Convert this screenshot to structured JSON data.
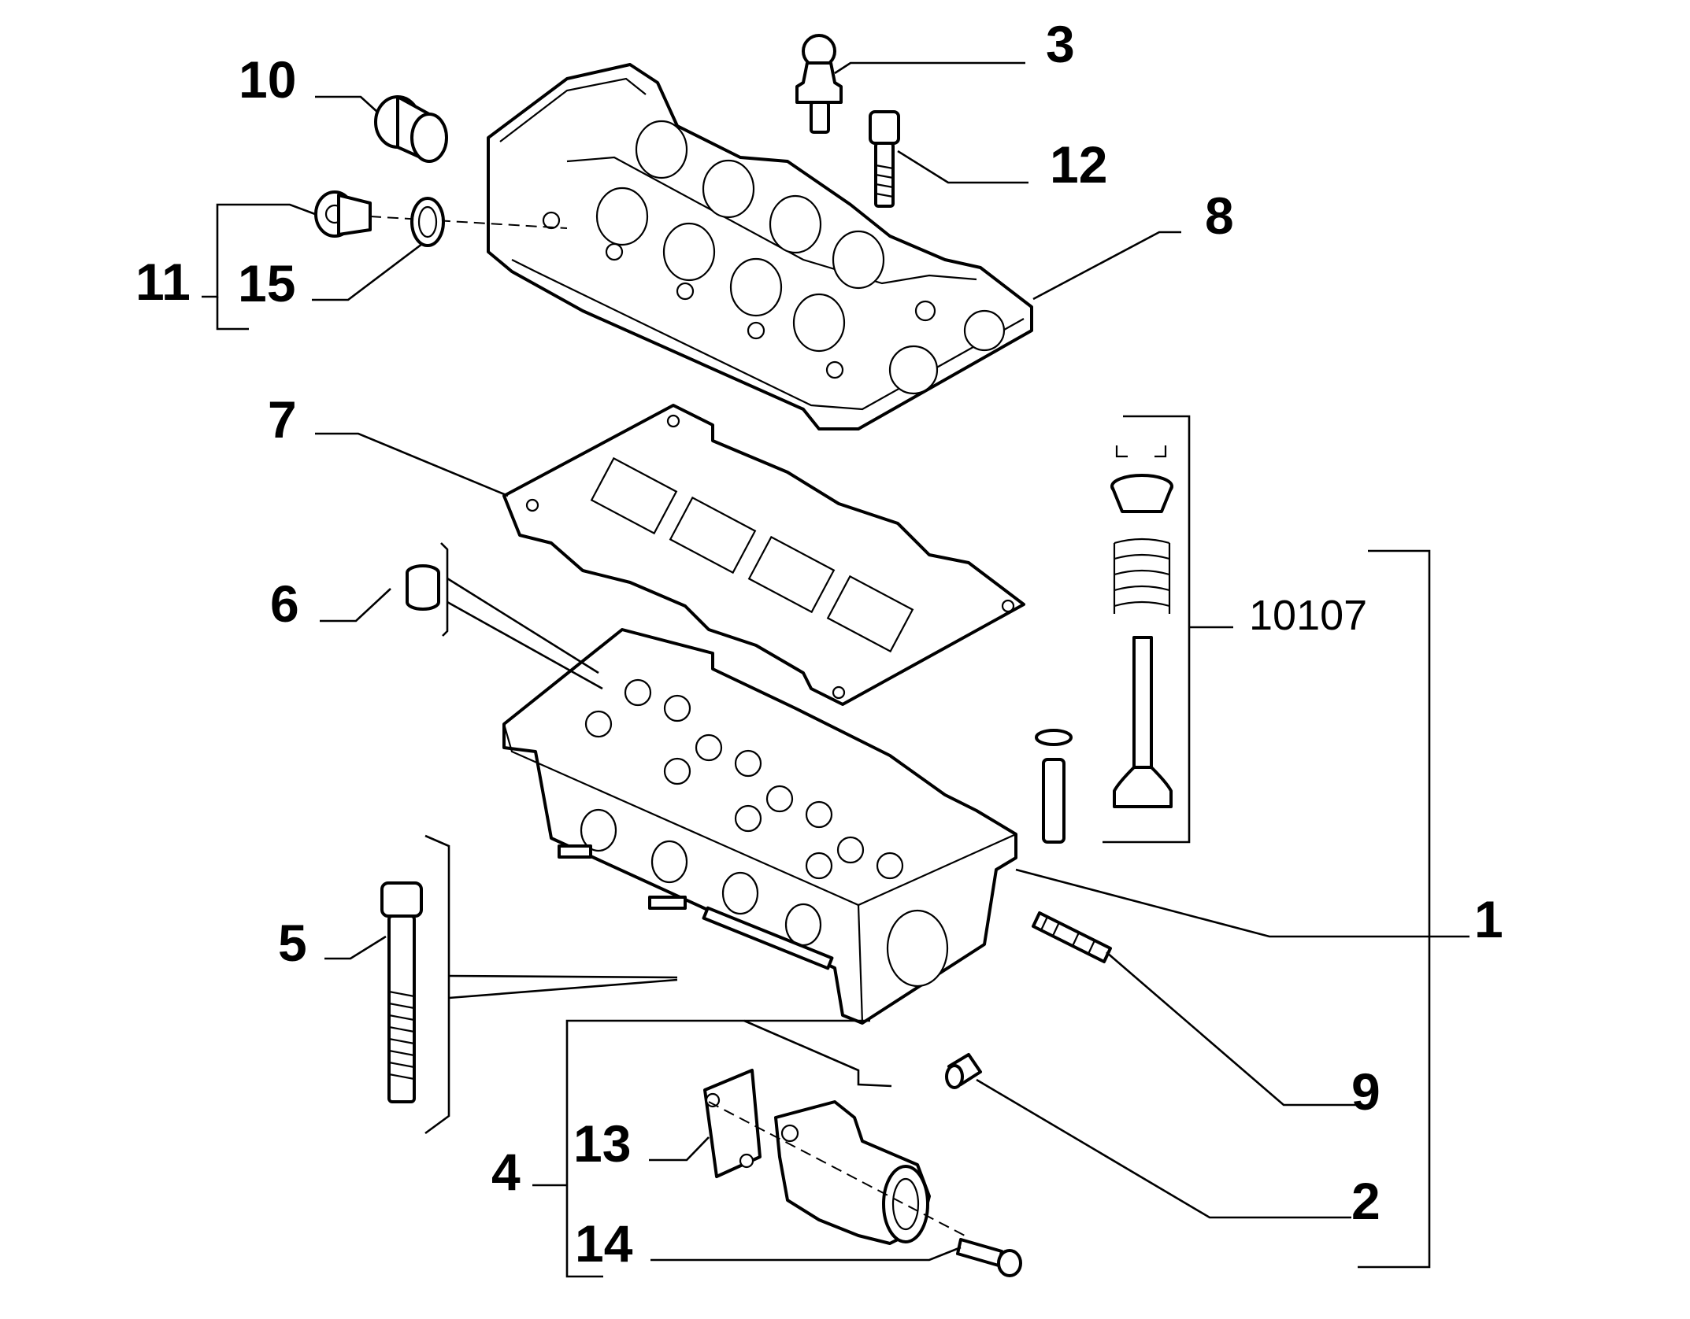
{
  "callouts": [
    {
      "id": "1",
      "text": "1"
    },
    {
      "id": "2",
      "text": "2"
    },
    {
      "id": "3",
      "text": "3"
    },
    {
      "id": "4",
      "text": "4"
    },
    {
      "id": "5",
      "text": "5"
    },
    {
      "id": "6",
      "text": "6"
    },
    {
      "id": "7",
      "text": "7"
    },
    {
      "id": "8",
      "text": "8"
    },
    {
      "id": "9",
      "text": "9"
    },
    {
      "id": "10",
      "text": "10"
    },
    {
      "id": "11",
      "text": "11"
    },
    {
      "id": "12",
      "text": "12"
    },
    {
      "id": "13",
      "text": "13"
    },
    {
      "id": "14",
      "text": "14"
    },
    {
      "id": "15",
      "text": "15"
    }
  ],
  "group_callout": {
    "text": "10107"
  }
}
